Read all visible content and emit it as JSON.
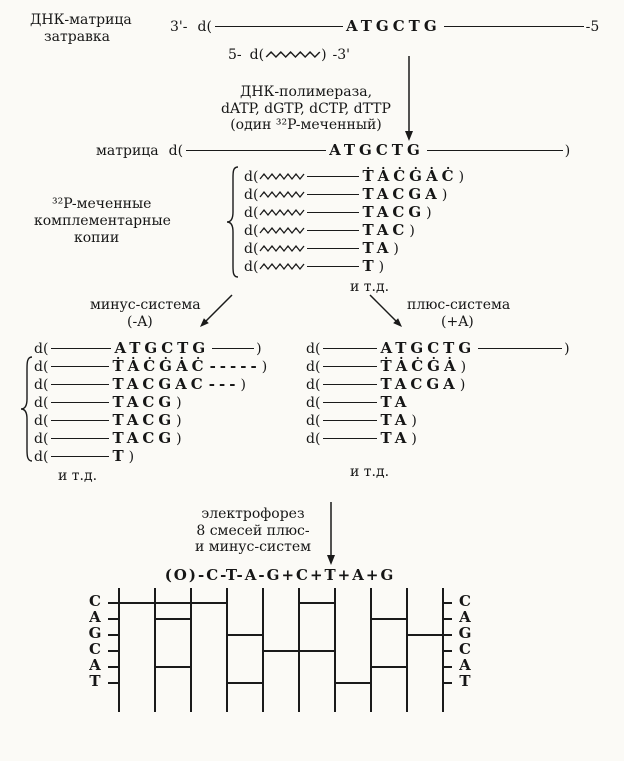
{
  "top": {
    "label_line1": "ДНК-матрица",
    "label_line2": "затравка",
    "three_prime": "3'-",
    "d_open": "d(",
    "template_seq": "ATGCTG",
    "five_prime": "-5",
    "primer_five": "5-",
    "primer_d_open": "d(",
    "primer_close": ")",
    "primer_three": "-3'"
  },
  "enzyme": {
    "line1": "ДНК-полимераза,",
    "line2": "dATP, dGTP, dCTP, dTTP",
    "line3": "(один ³²P-меченный)"
  },
  "matrix_row": {
    "label": "матрица",
    "d_open": "d(",
    "seq": "ATGCTG",
    "close": ")"
  },
  "copies": {
    "label_line1": "³²P-меченные",
    "label_line2": "комплементарные",
    "label_line3": "копии",
    "rows": [
      {
        "d": "d(",
        "seq": "ṪȦĊĠȦĊ",
        "close": ")"
      },
      {
        "d": "d(",
        "seq": "TACGA",
        "close": ")"
      },
      {
        "d": "d(",
        "seq": "TACG",
        "close": ")"
      },
      {
        "d": "d(",
        "seq": "TAC",
        "close": ")"
      },
      {
        "d": "d(",
        "seq": "TA",
        "close": ")"
      },
      {
        "d": "d(",
        "seq": "T",
        "close": ")"
      }
    ],
    "etc": "и т.д."
  },
  "minus_system": {
    "title": "минус-система",
    "subtitle": "(-A)",
    "template": {
      "d": "d(",
      "seq": "ATGCTG",
      "close": ")"
    },
    "rows": [
      {
        "d": "d(",
        "seq": "ṪȦĊĠȦĊ",
        "trail": "-----",
        "close": ")"
      },
      {
        "d": "d(",
        "seq": "TACGAC",
        "trail": "---",
        "close": ")"
      },
      {
        "d": "d(",
        "seq": "TACG",
        "trail": "",
        "close": ")"
      },
      {
        "d": "d(",
        "seq": "TACG",
        "trail": "",
        "close": ")"
      },
      {
        "d": "d(",
        "seq": "TACG",
        "trail": "",
        "close": ")"
      },
      {
        "d": "d(",
        "seq": "T",
        "trail": "",
        "close": ")"
      }
    ],
    "etc": "и т.д."
  },
  "plus_system": {
    "title": "плюс-система",
    "subtitle": "(+A)",
    "template": {
      "d": "d(",
      "seq": "ATGCTG",
      "close": ")"
    },
    "rows": [
      {
        "d": "d(",
        "seq": "ṪȦĊĠȦ",
        "close": ")"
      },
      {
        "d": "d(",
        "seq": "TACGA",
        "close": ")"
      },
      {
        "d": "d(",
        "seq": "TA",
        "close": ""
      },
      {
        "d": "d(",
        "seq": "TA",
        "close": ")"
      },
      {
        "d": "d(",
        "seq": "TA",
        "close": ")"
      }
    ],
    "etc": "и т.д."
  },
  "electrophoresis": {
    "line1": "электрофорез",
    "line2": "8 смесей плюс-",
    "line3": "и минус-систем"
  },
  "gel": {
    "header": "(O)-C-T-A-G+C+T+A+G",
    "lanes": [
      "(O)",
      "-C",
      "-T",
      "-A",
      "-G",
      "+C",
      "+T",
      "+A",
      "+G"
    ],
    "left_letters": [
      "C",
      "A",
      "G",
      "C",
      "A",
      "T"
    ],
    "right_letters": [
      "C",
      "A",
      "G",
      "C",
      "A",
      "T"
    ],
    "bands": [
      {
        "level": 0,
        "letter": "C",
        "lanes": [
          0,
          1,
          2,
          5
        ]
      },
      {
        "level": 1,
        "letter": "A",
        "lanes": [
          1,
          7
        ]
      },
      {
        "level": 2,
        "letter": "G",
        "lanes": [
          3,
          8
        ]
      },
      {
        "level": 3,
        "letter": "C",
        "lanes": [
          4,
          5
        ]
      },
      {
        "level": 4,
        "letter": "A",
        "lanes": [
          1,
          7
        ]
      },
      {
        "level": 5,
        "letter": "T",
        "lanes": [
          3,
          6
        ]
      }
    ]
  }
}
